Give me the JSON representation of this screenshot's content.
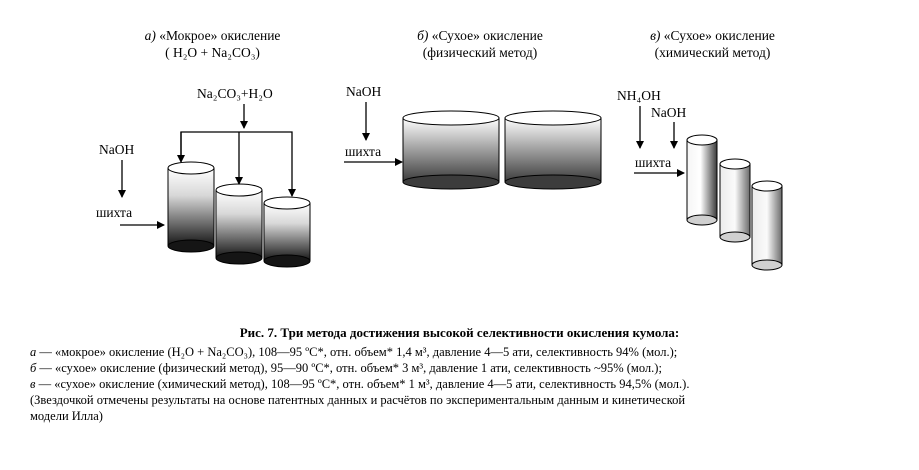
{
  "panels": {
    "a": {
      "letter": "а)",
      "title": " «Мокрое» окисление",
      "subtitle": "( H₂O + Na₂CO₃)",
      "label_top": "Na₂CO₃+H₂O",
      "label_naoh": "NaOH",
      "label_feed": "шихта"
    },
    "b": {
      "letter": "б)",
      "title": " «Сухое» окисление",
      "subtitle": "(физический метод)",
      "label_naoh": "NaOH",
      "label_feed": "шихта"
    },
    "c": {
      "letter": "в)",
      "title": " «Сухое» окисление",
      "subtitle": "(химический метод)",
      "label_nh4oh": "NH₄OH",
      "label_naoh": "NaOH",
      "label_feed": "шихта"
    }
  },
  "caption": "Рис. 7. Три метода достижения высокой селективности окисления кумола:",
  "legend": [
    {
      "key": "а",
      "text": " — «мокрое» окисление (H₂O + Na₂CO₃), 108—95 ºС*, отн. объем* 1,4 м³, давление 4—5 ати, селективность 94% (мол.);"
    },
    {
      "key": "б",
      "text": " — «сухое» окисление (физический метод), 95—90 ºС*, отн. объем* 3 м³, давление 1 ати, селективность ~95% (мол.);"
    },
    {
      "key": "в",
      "text": " — «сухое» окисление (химический метод), 108—95 ºС*, отн. объем* 1 м³, давление 4—5 ати, селективность 94,5% (мол.)."
    }
  ],
  "note_line1": "(Звездочкой отмечены результаты на основе патентных данных и расчётов по экспериментальным данным и кинетической",
  "note_line2": "модели Илла)",
  "colors": {
    "dark": "#1e1e1e",
    "light": "#ffffff",
    "mid": "#8a8a8a",
    "line": "#000000"
  }
}
